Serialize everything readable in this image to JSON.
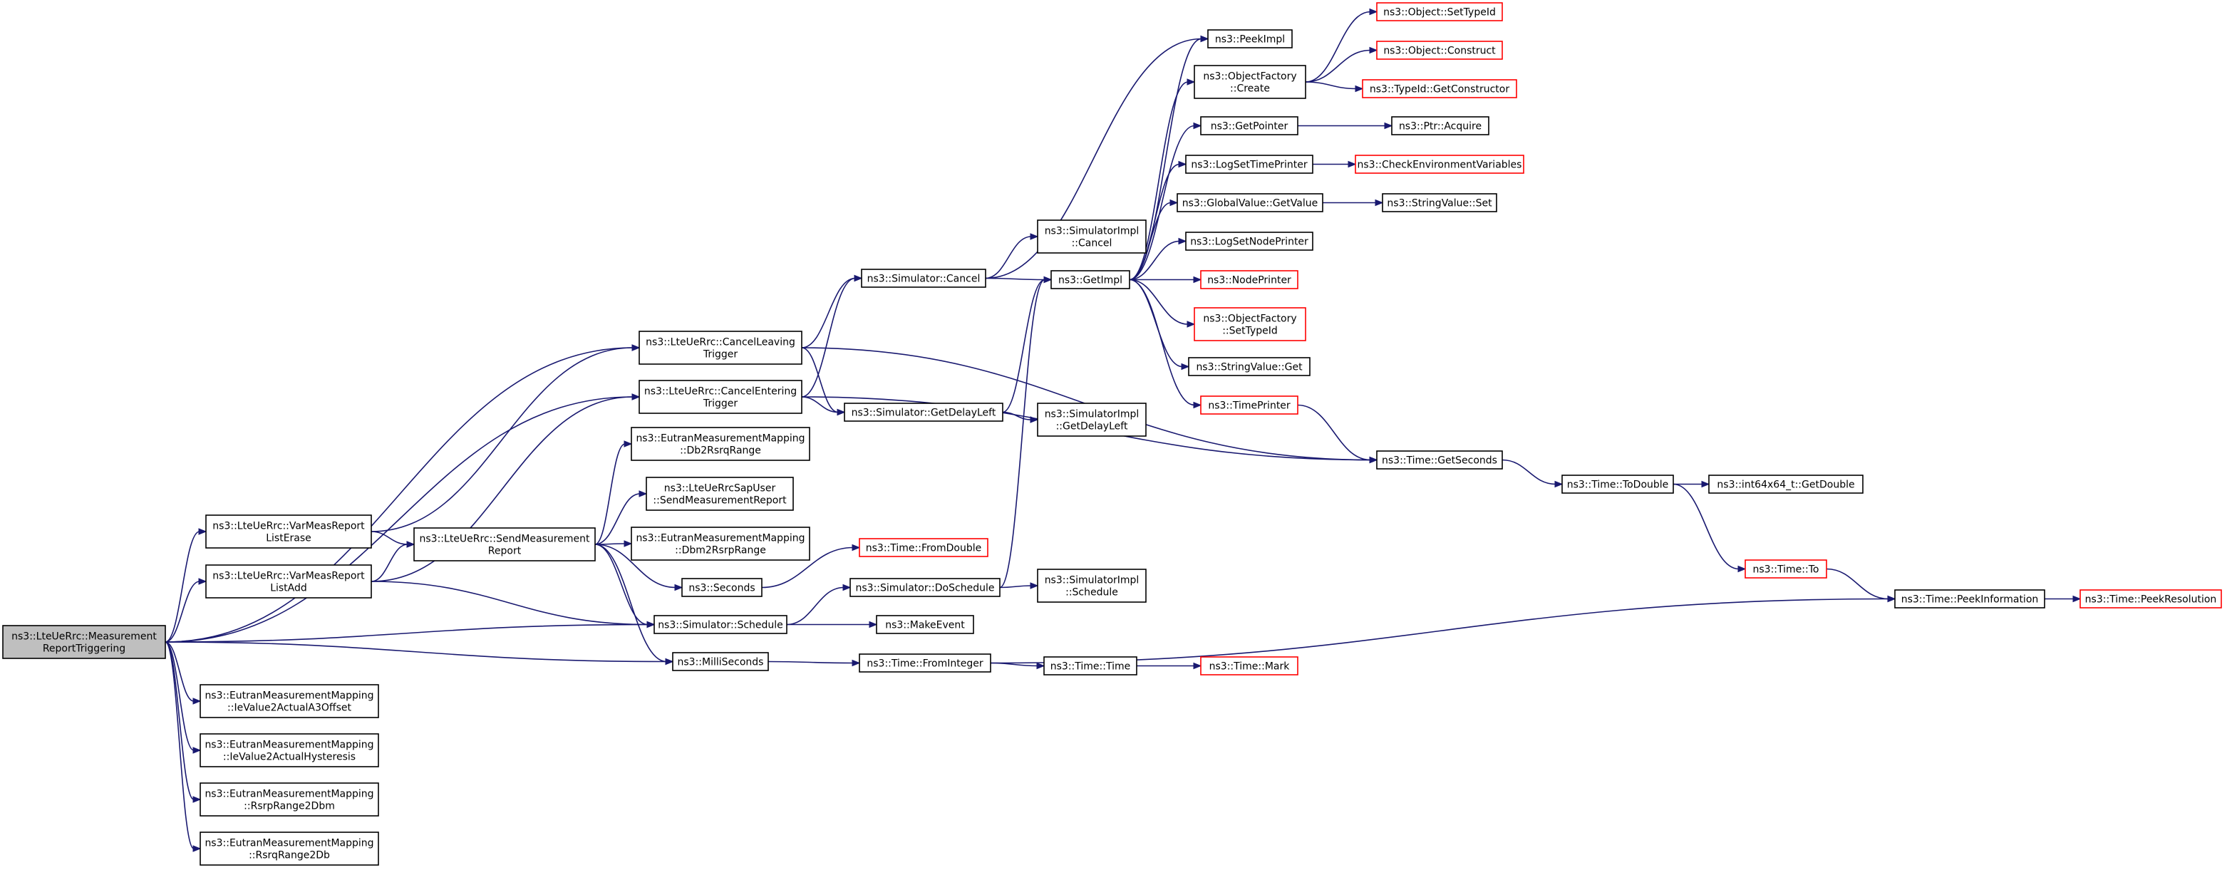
{
  "colors": {
    "edge": "#191970",
    "node_border": "#000000",
    "highlight_border": "#ff0000",
    "root_fill": "#bfbfbf"
  },
  "nodes": [
    {
      "id": "root",
      "lines": [
        "ns3::LteUeRrc::Measurement",
        "ReportTriggering"
      ],
      "root": true
    },
    {
      "id": "cancelLeaving",
      "lines": [
        "ns3::LteUeRrc::CancelLeaving",
        "Trigger"
      ]
    },
    {
      "id": "cancelEntering",
      "lines": [
        "ns3::LteUeRrc::CancelEntering",
        "Trigger"
      ]
    },
    {
      "id": "varErase",
      "lines": [
        "ns3::LteUeRrc::VarMeasReport",
        "ListErase"
      ]
    },
    {
      "id": "varAdd",
      "lines": [
        "ns3::LteUeRrc::VarMeasReport",
        "ListAdd"
      ]
    },
    {
      "id": "schedule",
      "lines": [
        "ns3::Simulator::Schedule"
      ]
    },
    {
      "id": "milli",
      "lines": [
        "ns3::MilliSeconds"
      ]
    },
    {
      "id": "a3",
      "lines": [
        "ns3::EutranMeasurementMapping",
        "::IeValue2ActualA3Offset"
      ]
    },
    {
      "id": "hyst",
      "lines": [
        "ns3::EutranMeasurementMapping",
        "::IeValue2ActualHysteresis"
      ]
    },
    {
      "id": "rsrp2dbm",
      "lines": [
        "ns3::EutranMeasurementMapping",
        "::RsrpRange2Dbm"
      ]
    },
    {
      "id": "rsrq2db",
      "lines": [
        "ns3::EutranMeasurementMapping",
        "::RsrqRange2Db"
      ]
    },
    {
      "id": "simCancel",
      "lines": [
        "ns3::Simulator::Cancel"
      ]
    },
    {
      "id": "getDelayLeft",
      "lines": [
        "ns3::Simulator::GetDelayLeft"
      ]
    },
    {
      "id": "getSeconds",
      "lines": [
        "ns3::Time::GetSeconds"
      ]
    },
    {
      "id": "sendMeas",
      "lines": [
        "ns3::LteUeRrc::SendMeasurement",
        "Report"
      ]
    },
    {
      "id": "db2rsrq",
      "lines": [
        "ns3::EutranMeasurementMapping",
        "::Db2RsrqRange"
      ]
    },
    {
      "id": "sapUser",
      "lines": [
        "ns3::LteUeRrcSapUser",
        "::SendMeasurementReport"
      ]
    },
    {
      "id": "dbm2rsrp",
      "lines": [
        "ns3::EutranMeasurementMapping",
        "::Dbm2RsrpRange"
      ]
    },
    {
      "id": "seconds",
      "lines": [
        "ns3::Seconds"
      ]
    },
    {
      "id": "doSchedule",
      "lines": [
        "ns3::Simulator::DoSchedule"
      ]
    },
    {
      "id": "makeEvent",
      "lines": [
        "ns3::MakeEvent"
      ]
    },
    {
      "id": "fromInteger",
      "lines": [
        "ns3::Time::FromInteger"
      ]
    },
    {
      "id": "fromDouble",
      "lines": [
        "ns3::Time::FromDouble"
      ],
      "red": true
    },
    {
      "id": "implCancel",
      "lines": [
        "ns3::SimulatorImpl",
        "::Cancel"
      ]
    },
    {
      "id": "getImpl",
      "lines": [
        "ns3::GetImpl"
      ]
    },
    {
      "id": "implGetDelayLeft",
      "lines": [
        "ns3::SimulatorImpl",
        "::GetDelayLeft"
      ]
    },
    {
      "id": "implSchedule",
      "lines": [
        "ns3::SimulatorImpl",
        "::Schedule"
      ]
    },
    {
      "id": "timeTime",
      "lines": [
        "ns3::Time::Time"
      ]
    },
    {
      "id": "peekImpl",
      "lines": [
        "ns3::PeekImpl"
      ]
    },
    {
      "id": "ofCreate",
      "lines": [
        "ns3::ObjectFactory",
        "::Create"
      ]
    },
    {
      "id": "getPointer",
      "lines": [
        "ns3::GetPointer"
      ]
    },
    {
      "id": "logTime",
      "lines": [
        "ns3::LogSetTimePrinter"
      ]
    },
    {
      "id": "gvGetValue",
      "lines": [
        "ns3::GlobalValue::GetValue"
      ]
    },
    {
      "id": "logNode",
      "lines": [
        "ns3::LogSetNodePrinter"
      ]
    },
    {
      "id": "nodePrinter",
      "lines": [
        "ns3::NodePrinter"
      ],
      "red": true
    },
    {
      "id": "ofSetTypeId",
      "lines": [
        "ns3::ObjectFactory",
        "::SetTypeId"
      ],
      "red": true
    },
    {
      "id": "svGet",
      "lines": [
        "ns3::StringValue::Get"
      ]
    },
    {
      "id": "timePrinter",
      "lines": [
        "ns3::TimePrinter"
      ],
      "red": true
    },
    {
      "id": "timeMark",
      "lines": [
        "ns3::Time::Mark"
      ],
      "red": true
    },
    {
      "id": "objSetTypeId",
      "lines": [
        "ns3::Object::SetTypeId"
      ],
      "red": true
    },
    {
      "id": "objConstruct",
      "lines": [
        "ns3::Object::Construct"
      ],
      "red": true
    },
    {
      "id": "getCtor",
      "lines": [
        "ns3::TypeId::GetConstructor"
      ],
      "red": true
    },
    {
      "id": "ptrAcquire",
      "lines": [
        "ns3::Ptr::Acquire"
      ]
    },
    {
      "id": "checkEnv",
      "lines": [
        "ns3::CheckEnvironmentVariables"
      ],
      "red": true
    },
    {
      "id": "svSet",
      "lines": [
        "ns3::StringValue::Set"
      ]
    },
    {
      "id": "toDouble",
      "lines": [
        "ns3::Time::ToDouble"
      ]
    },
    {
      "id": "int64GetDouble",
      "lines": [
        "ns3::int64x64_t::GetDouble"
      ]
    },
    {
      "id": "timeTo",
      "lines": [
        "ns3::Time::To"
      ],
      "red": true
    },
    {
      "id": "peekInfo",
      "lines": [
        "ns3::Time::PeekInformation"
      ]
    },
    {
      "id": "peekRes",
      "lines": [
        "ns3::Time::PeekResolution"
      ],
      "red": true
    }
  ],
  "edges": [
    [
      "root",
      "cancelLeaving"
    ],
    [
      "root",
      "cancelEntering"
    ],
    [
      "root",
      "varErase"
    ],
    [
      "root",
      "varAdd"
    ],
    [
      "root",
      "schedule"
    ],
    [
      "root",
      "milli"
    ],
    [
      "root",
      "a3"
    ],
    [
      "root",
      "hyst"
    ],
    [
      "root",
      "rsrp2dbm"
    ],
    [
      "root",
      "rsrq2db"
    ],
    [
      "cancelLeaving",
      "simCancel"
    ],
    [
      "cancelLeaving",
      "getDelayLeft"
    ],
    [
      "cancelLeaving",
      "getSeconds"
    ],
    [
      "cancelEntering",
      "simCancel"
    ],
    [
      "cancelEntering",
      "getDelayLeft"
    ],
    [
      "cancelEntering",
      "getSeconds"
    ],
    [
      "varErase",
      "cancelLeaving"
    ],
    [
      "varErase",
      "sendMeas"
    ],
    [
      "varAdd",
      "cancelEntering"
    ],
    [
      "varAdd",
      "sendMeas"
    ],
    [
      "varAdd",
      "schedule"
    ],
    [
      "sendMeas",
      "db2rsrq"
    ],
    [
      "sendMeas",
      "sapUser"
    ],
    [
      "sendMeas",
      "dbm2rsrp"
    ],
    [
      "sendMeas",
      "seconds"
    ],
    [
      "sendMeas",
      "schedule"
    ],
    [
      "sendMeas",
      "milli"
    ],
    [
      "schedule",
      "doSchedule"
    ],
    [
      "schedule",
      "makeEvent"
    ],
    [
      "milli",
      "fromInteger"
    ],
    [
      "seconds",
      "fromDouble"
    ],
    [
      "simCancel",
      "implCancel"
    ],
    [
      "simCancel",
      "getImpl"
    ],
    [
      "simCancel",
      "peekImpl"
    ],
    [
      "getDelayLeft",
      "getImpl"
    ],
    [
      "getDelayLeft",
      "implGetDelayLeft"
    ],
    [
      "doSchedule",
      "getImpl"
    ],
    [
      "doSchedule",
      "implSchedule"
    ],
    [
      "fromInteger",
      "timeTime"
    ],
    [
      "fromInteger",
      "peekInfo"
    ],
    [
      "timeTime",
      "timeMark"
    ],
    [
      "getImpl",
      "peekImpl"
    ],
    [
      "getImpl",
      "ofCreate"
    ],
    [
      "getImpl",
      "getPointer"
    ],
    [
      "getImpl",
      "logTime"
    ],
    [
      "getImpl",
      "gvGetValue"
    ],
    [
      "getImpl",
      "logNode"
    ],
    [
      "getImpl",
      "nodePrinter"
    ],
    [
      "getImpl",
      "ofSetTypeId"
    ],
    [
      "getImpl",
      "svGet"
    ],
    [
      "getImpl",
      "timePrinter"
    ],
    [
      "ofCreate",
      "objSetTypeId"
    ],
    [
      "ofCreate",
      "objConstruct"
    ],
    [
      "ofCreate",
      "getCtor"
    ],
    [
      "getPointer",
      "ptrAcquire"
    ],
    [
      "logTime",
      "checkEnv"
    ],
    [
      "gvGetValue",
      "svSet"
    ],
    [
      "timePrinter",
      "getSeconds"
    ],
    [
      "getSeconds",
      "toDouble"
    ],
    [
      "toDouble",
      "int64GetDouble"
    ],
    [
      "toDouble",
      "timeTo"
    ],
    [
      "timeTo",
      "peekInfo"
    ],
    [
      "peekInfo",
      "peekRes"
    ]
  ]
}
